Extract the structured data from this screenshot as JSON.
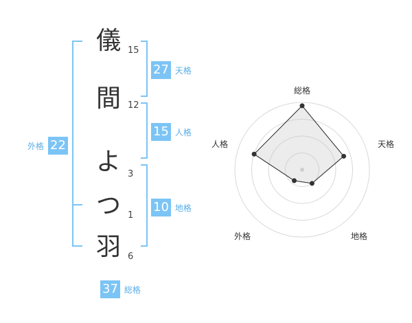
{
  "name": {
    "characters": [
      {
        "char": "儀",
        "strokes": "15"
      },
      {
        "char": "間",
        "strokes": "12"
      },
      {
        "char": "よ",
        "strokes": "3"
      },
      {
        "char": "つ",
        "strokes": "1"
      },
      {
        "char": "羽",
        "strokes": "6"
      }
    ]
  },
  "fortune": {
    "tenkaku": {
      "value": "27",
      "label": "天格"
    },
    "jinkaku": {
      "value": "15",
      "label": "人格"
    },
    "chikaku": {
      "value": "10",
      "label": "地格"
    },
    "gaikaku": {
      "value": "22",
      "label": "外格"
    },
    "soukaku": {
      "value": "37",
      "label": "総格"
    }
  },
  "colors": {
    "accent": "#7cc4f5",
    "label": "#5aaee8",
    "bracket": "#7cc4f5"
  },
  "chart_data": {
    "type": "radar",
    "axes": [
      "総格",
      "天格",
      "地格",
      "外格",
      "人格"
    ],
    "values": [
      0.95,
      0.65,
      0.25,
      0.2,
      0.75
    ],
    "max": 1,
    "rings": 4
  }
}
